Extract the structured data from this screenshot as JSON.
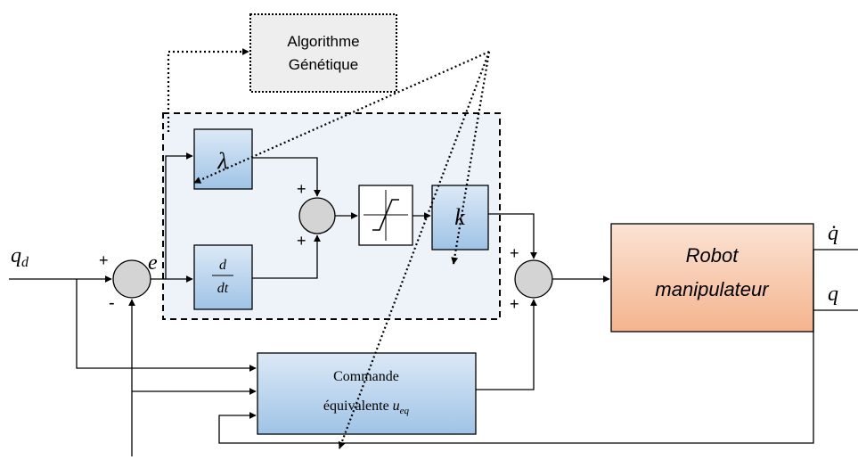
{
  "blocks": {
    "ga": {
      "line1": "Algorithme",
      "line2": "Génétique"
    },
    "lambda": {
      "symbol": "λ"
    },
    "derivative": {
      "num": "d",
      "den": "dt"
    },
    "saturation": {
      "icon": "saturation-function-icon"
    },
    "gain": {
      "symbol": "k"
    },
    "robot": {
      "line1": "Robot",
      "line2": "manipulateur"
    },
    "equivalent": {
      "line1": "Commande",
      "line2": "équivalente",
      "symbol": "u",
      "subscript": "eq"
    }
  },
  "signals": {
    "reference": {
      "symbol": "q",
      "subscript": "d"
    },
    "error": "e",
    "velocity": "q̇",
    "position": "q"
  },
  "signs": {
    "plus": "+",
    "minus": "-"
  },
  "colors": {
    "block_blue_top": "#dce9f7",
    "block_blue_bottom": "#9fc3e6",
    "robot_top": "#fbe3d4",
    "robot_bottom": "#f4b48e",
    "summer": "#d4d4d4",
    "controller_bg": "#eef3f9",
    "ga_bg": "#eeeeee"
  }
}
